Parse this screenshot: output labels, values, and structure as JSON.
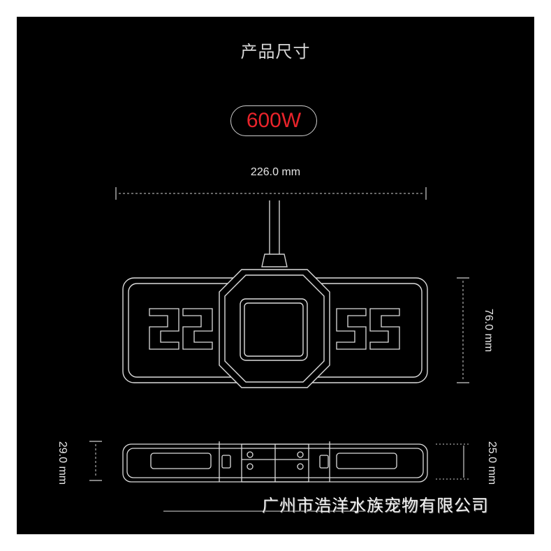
{
  "title": "产品尺寸",
  "power_badge": "600W",
  "dimensions": {
    "width": "226.0 mm",
    "height": "76.0 mm",
    "side_left": "29.0 mm",
    "side_right": "25.0 mm"
  },
  "watermark": "广州市浩洋水族宠物有限公司",
  "colors": {
    "background": "#000000",
    "badge_text": "#e8232a",
    "line": "#dcdcdc"
  }
}
